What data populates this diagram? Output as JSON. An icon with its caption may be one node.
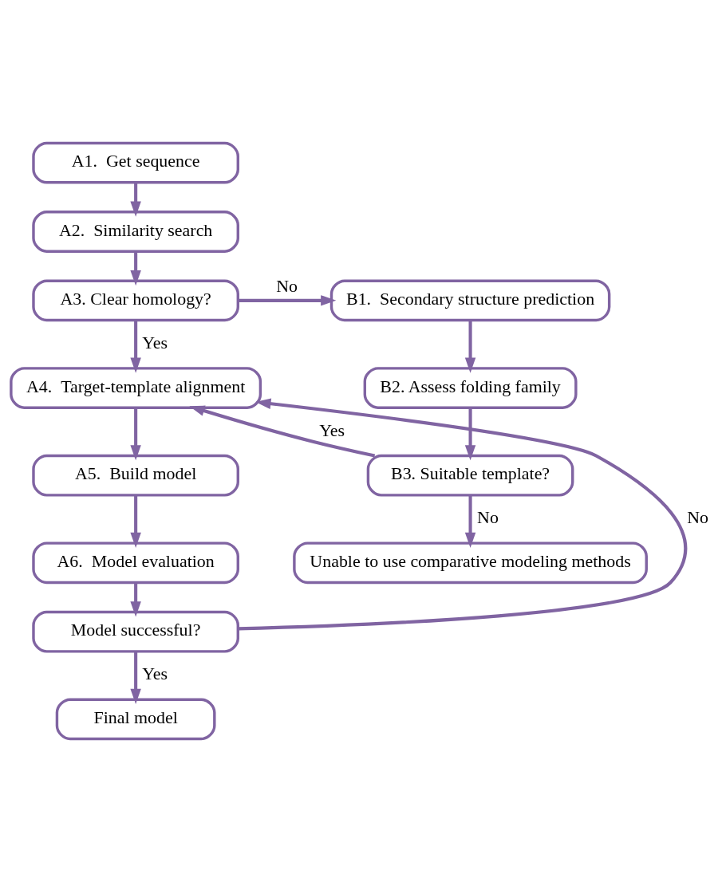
{
  "diagram": {
    "nodes": [
      {
        "text": [
          "A1.  Get sequence"
        ]
      },
      {
        "text": [
          "A2.  Similarity search"
        ]
      },
      {
        "text": [
          "A3. Clear homology?"
        ]
      },
      {
        "text": [
          "B1.  Secondary structure prediction"
        ]
      },
      {
        "text": [
          "A4.  Target-template alignment"
        ]
      },
      {
        "text": [
          "B2. Assess folding family"
        ]
      },
      {
        "text": [
          "A5.  Build model"
        ]
      },
      {
        "text": [
          "B3. Suitable template?"
        ]
      },
      {
        "text": [
          "A6.  Model evaluation"
        ]
      },
      {
        "text": [
          "Unable to use comparative modeling methods"
        ]
      },
      {
        "text": [
          "Model successful?"
        ]
      },
      {
        "text": [
          "Final model"
        ]
      }
    ],
    "edges": [
      {
        "from": 0,
        "to": 1,
        "arrow": "to"
      },
      {
        "from": 1,
        "to": 2,
        "arrow": "to"
      },
      {
        "from": 2,
        "to": 3,
        "arrow": "to",
        "label": "No"
      },
      {
        "from": 2,
        "to": 4,
        "arrow": "to",
        "label": "Yes"
      },
      {
        "from": 3,
        "to": 5,
        "arrow": "to"
      },
      {
        "from": 5,
        "to": 7,
        "arrow": "to"
      },
      {
        "from": 7,
        "to": 4,
        "arrow": "to",
        "label": "Yes"
      },
      {
        "from": 7,
        "to": 9,
        "arrow": "to",
        "label": "No"
      },
      {
        "from": 4,
        "to": 6,
        "arrow": "to"
      },
      {
        "from": 6,
        "to": 8,
        "arrow": "to"
      },
      {
        "from": 8,
        "to": 10,
        "arrow": "to"
      },
      {
        "from": 10,
        "to": 4,
        "arrow": "to",
        "label": "No"
      },
      {
        "from": 10,
        "to": 11,
        "arrow": "to",
        "label": "Yes"
      }
    ]
  }
}
